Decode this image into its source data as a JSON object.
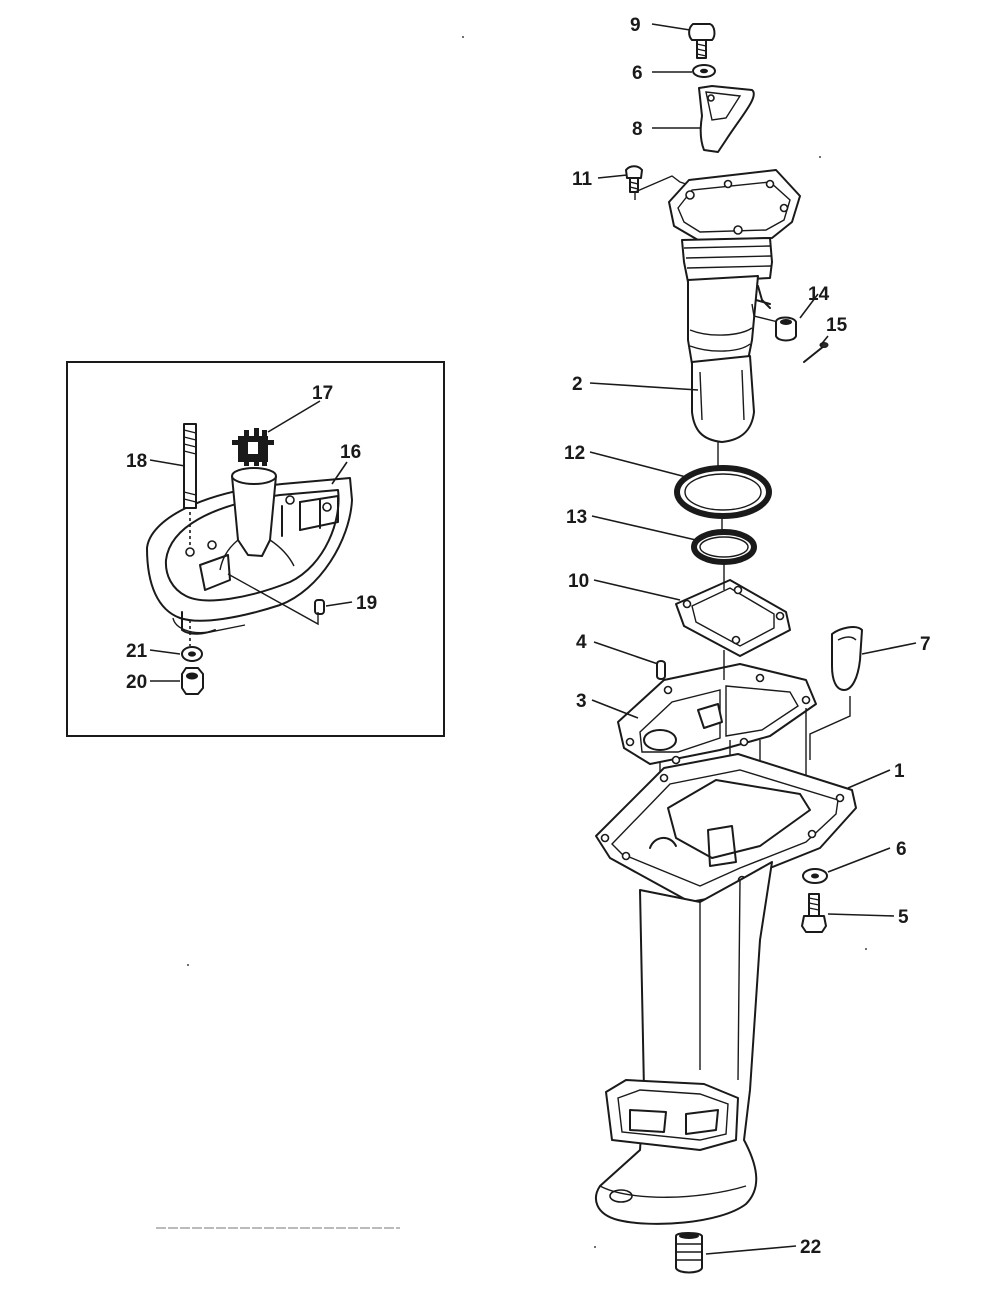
{
  "callouts": [
    {
      "id": "9",
      "label": "9"
    },
    {
      "id": "6a",
      "label": "6"
    },
    {
      "id": "8",
      "label": "8"
    },
    {
      "id": "11",
      "label": "11"
    },
    {
      "id": "14",
      "label": "14"
    },
    {
      "id": "15",
      "label": "15"
    },
    {
      "id": "2",
      "label": "2"
    },
    {
      "id": "12",
      "label": "12"
    },
    {
      "id": "13",
      "label": "13"
    },
    {
      "id": "10",
      "label": "10"
    },
    {
      "id": "4",
      "label": "4"
    },
    {
      "id": "7",
      "label": "7"
    },
    {
      "id": "3",
      "label": "3"
    },
    {
      "id": "1",
      "label": "1"
    },
    {
      "id": "6b",
      "label": "6"
    },
    {
      "id": "5",
      "label": "5"
    },
    {
      "id": "22",
      "label": "22"
    },
    {
      "id": "17",
      "label": "17"
    },
    {
      "id": "18",
      "label": "18"
    },
    {
      "id": "16",
      "label": "16"
    },
    {
      "id": "19",
      "label": "19"
    },
    {
      "id": "21",
      "label": "21"
    },
    {
      "id": "20",
      "label": "20"
    }
  ]
}
